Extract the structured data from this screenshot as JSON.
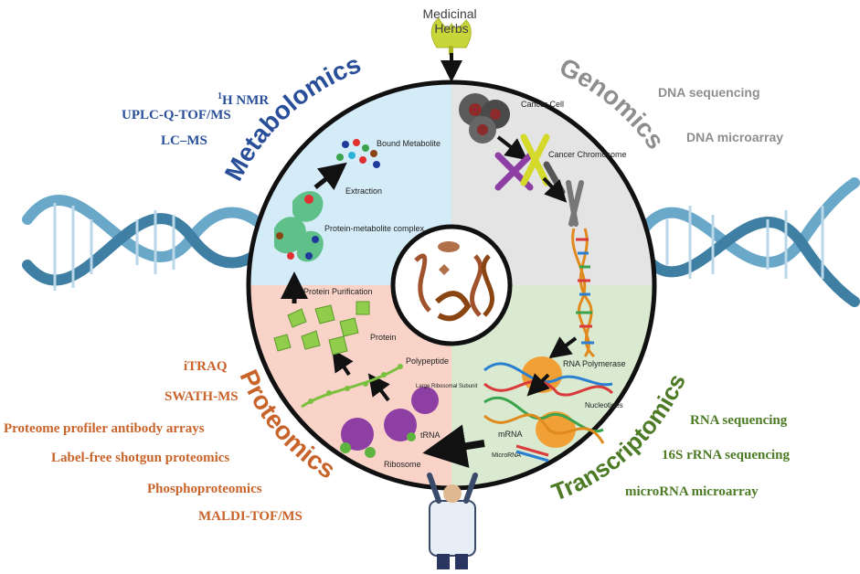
{
  "source": {
    "label": "Medicinal Herbs"
  },
  "quadrants": {
    "metabolomics": {
      "title": "Metabolomics",
      "color": "#2a4f9a",
      "fill": "#d4ebf8"
    },
    "genomics": {
      "title": "Genomics",
      "color": "#8e8e8e",
      "fill": "#e4e4e4"
    },
    "proteomics": {
      "title": "Proteomics",
      "color": "#c8632a",
      "fill": "#f9d3c8"
    },
    "transcriptomics": {
      "title": "Transcriptomics",
      "color": "#4c7a25",
      "fill": "#d9ead1"
    }
  },
  "flow_labels": {
    "cancer_cell": "Cancer Cell",
    "cancer_chromosome": "Cancer Chromosome",
    "rna_polymerase": "RNA Polymerase",
    "nucleotides": "Nucleotides",
    "mrna": "mRNA",
    "microrna": "MicroRNA",
    "ribosome": "Ribosome",
    "trna": "tRNA",
    "large_ribosomal_subunit": "Large Ribosomal Subunit",
    "polypeptide": "Polypeptide",
    "protein": "Protein",
    "protein_purification": "Protein Purification",
    "protein_metabolite_complex": "Protein-metabolite complex",
    "extraction": "Extraction",
    "bound_metabolite": "Bound Metabolite"
  },
  "techniques": {
    "metabolomics": {
      "h_nmr_sup": "1",
      "h_nmr": "H NMR",
      "items": [
        "UPLC-Q-TOF/MS",
        "LC–MS"
      ]
    },
    "genomics": [
      "DNA sequencing",
      "DNA microarray"
    ],
    "proteomics": [
      "iTRAQ",
      "SWATH-MS",
      "Proteome profiler antibody arrays",
      "Label-free shotgun proteomics",
      "Phosphoproteomics",
      "MALDI-TOF/MS"
    ],
    "transcriptomics": [
      "RNA sequencing",
      "16S rRNA sequencing",
      "microRNA microarray"
    ]
  },
  "colors": {
    "arrow": "#111111",
    "circle_border": "#111111",
    "herb": "#c9d63a",
    "dna_strand": "#6aa8c9"
  }
}
